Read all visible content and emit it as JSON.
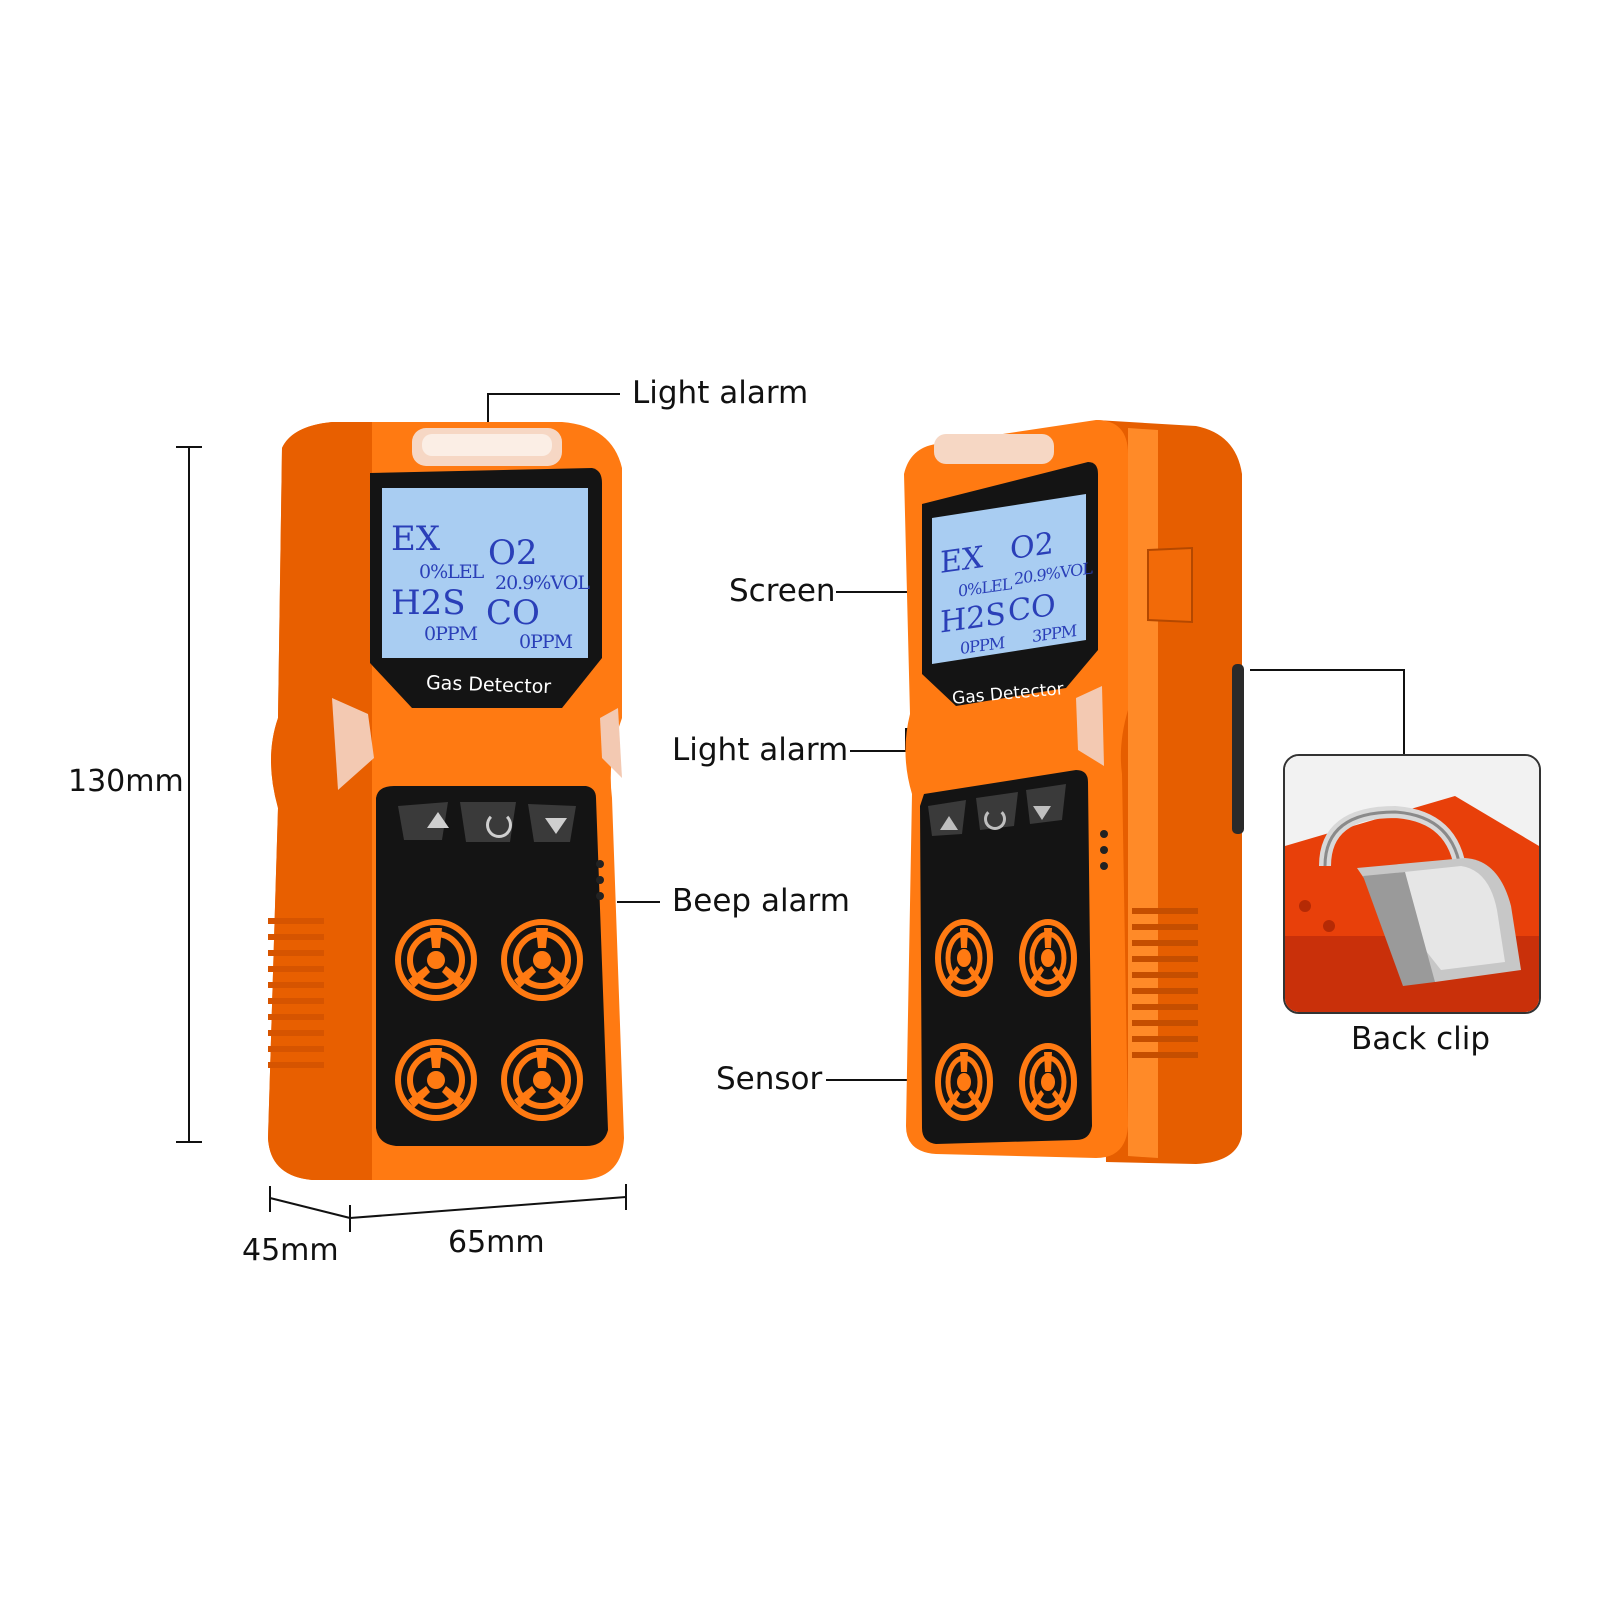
{
  "callouts": {
    "light_alarm_top": "Light alarm",
    "screen": "Screen",
    "light_alarm_side": "Light alarm",
    "beep_alarm": "Beep alarm",
    "sensor": "Sensor",
    "back_clip": "Back clip"
  },
  "dimensions": {
    "height": "130mm",
    "depth": "45mm",
    "width": "65mm"
  },
  "device": {
    "brand_label": "Gas Detector",
    "readings": [
      {
        "gas": "EX",
        "value": "0%LEL"
      },
      {
        "gas": "O2",
        "value": "20.9%VOL"
      },
      {
        "gas": "H2S",
        "value": "0PPM"
      },
      {
        "gas": "CO",
        "value": "0PPM"
      }
    ],
    "readings_side_view": [
      {
        "gas": "EX",
        "value": "0%LEL"
      },
      {
        "gas": "O2",
        "value": "20.9%VOL"
      },
      {
        "gas": "H2S",
        "value": "0PPM"
      },
      {
        "gas": "CO",
        "value": "3PPM"
      }
    ],
    "buttons": [
      "up-arrow-icon",
      "power-icon",
      "down-arrow-icon"
    ]
  },
  "colors": {
    "body_orange": "#ff7a12",
    "body_dark_orange": "#e85f00",
    "panel_black": "#141414",
    "lcd_blue": "#a9cdf2",
    "lcd_text": "#2a3fb8"
  }
}
